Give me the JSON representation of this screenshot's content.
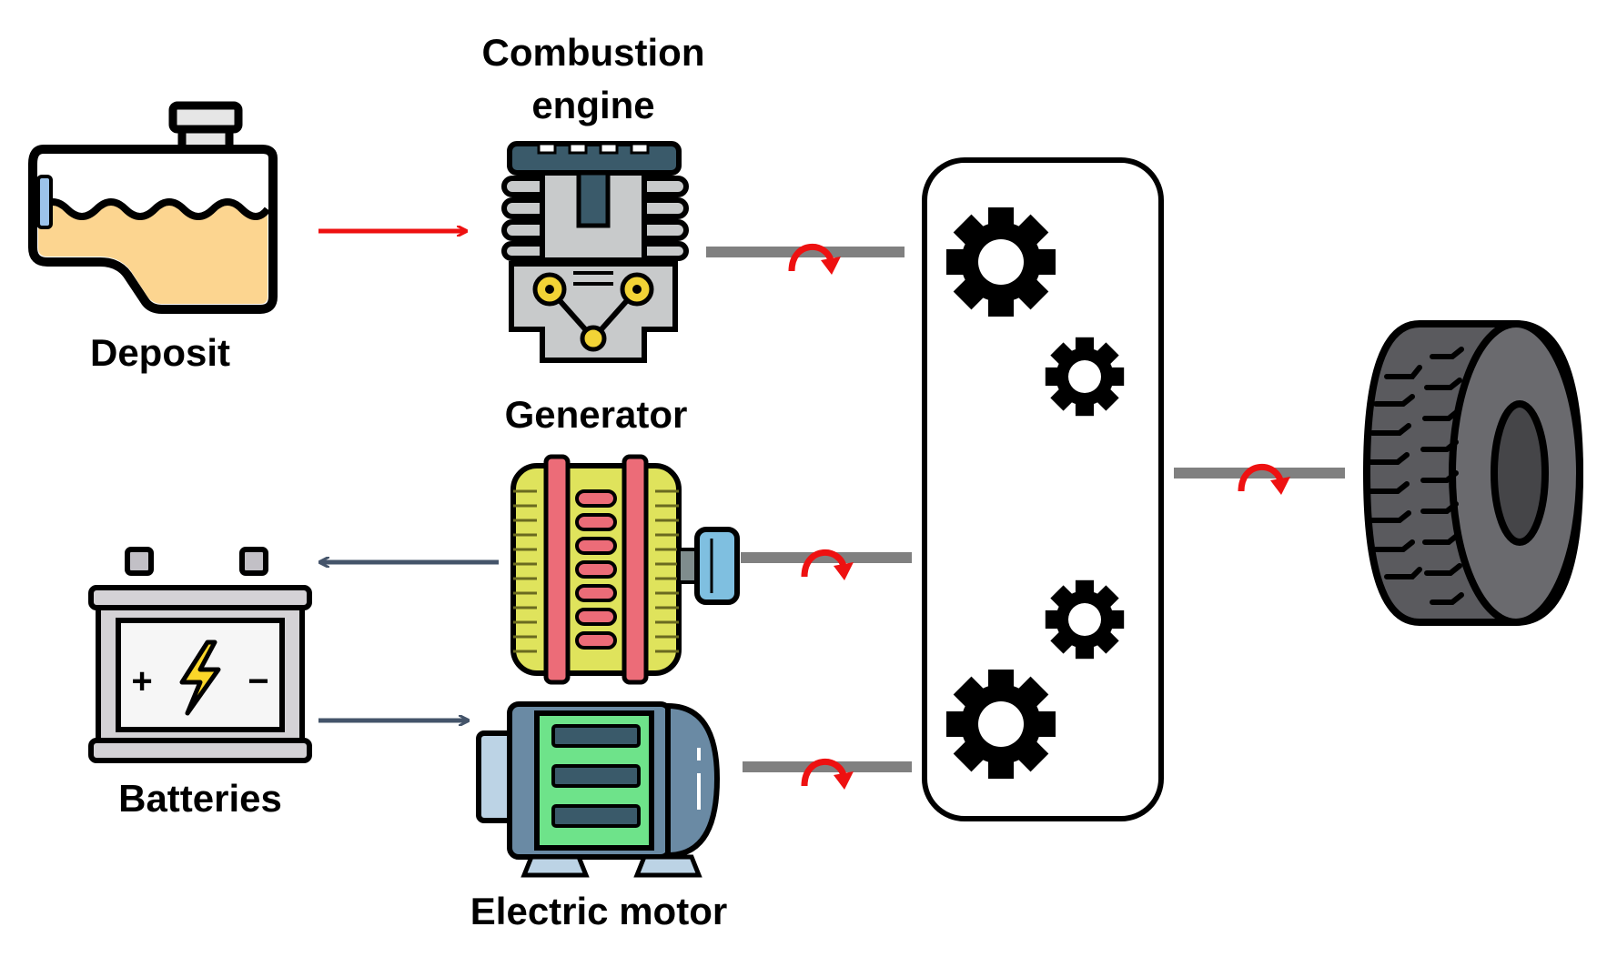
{
  "labels": {
    "combustion_line1": "Combustion",
    "combustion_line2": "engine",
    "deposit": "Deposit",
    "generator": "Generator",
    "batteries": "Batteries",
    "electric_motor": "Electric motor"
  },
  "battery_symbols": {
    "plus": "+",
    "minus": "−"
  },
  "colors": {
    "fuel_flow_arrow": "#ee1111",
    "electric_flow_arrow": "#44546a",
    "rotation_arrow": "#ee1111",
    "shaft": "#808080",
    "outline": "#000000",
    "fuel": "#fcd590",
    "engine_body": "#c8cacb",
    "engine_dark": "#3a5a6a",
    "engine_bolt": "#f2d336",
    "generator_body": "#dfe35c",
    "generator_band": "#ec6c78",
    "generator_shaft": "#7fbfe0",
    "battery_case": "#d4d2d6",
    "battery_bolt": "#fbd629",
    "motor_body": "#6a8aa4",
    "motor_core": "#6ee38a",
    "tire": "#5a5a5e"
  },
  "icons": {
    "deposit": "fuel-tank-icon",
    "engine": "combustion-engine-icon",
    "generator": "generator-icon",
    "battery": "battery-icon",
    "motor": "electric-motor-icon",
    "gearbox": "gearbox-icon",
    "wheel": "tire-icon"
  }
}
